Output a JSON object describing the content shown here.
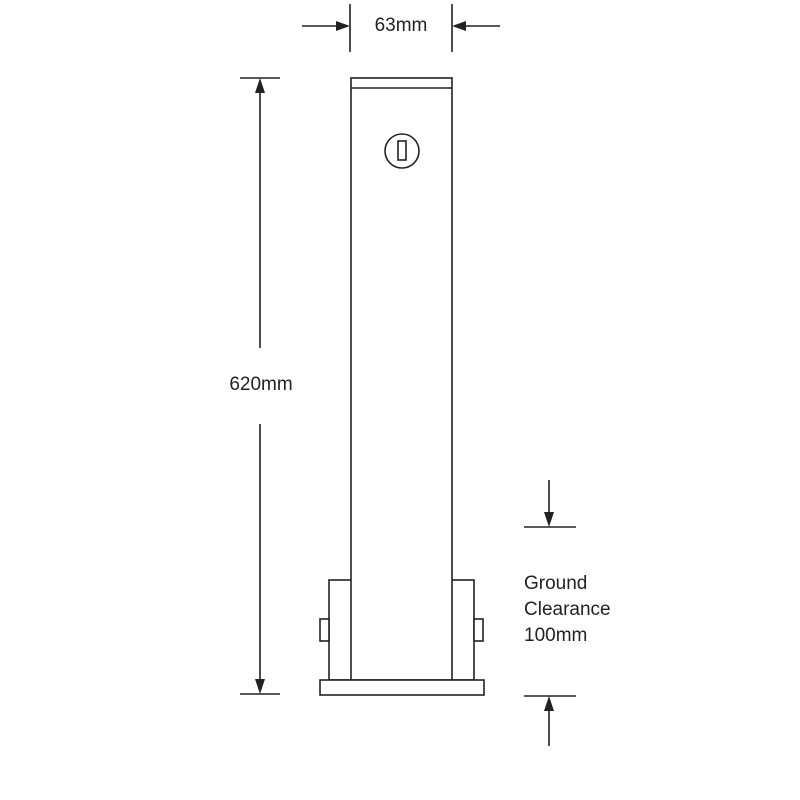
{
  "dimensions": {
    "width_label": "63mm",
    "height_label": "620mm",
    "clearance_lines": [
      "Ground",
      "Clearance",
      "100mm"
    ]
  },
  "colors": {
    "line": "#222222",
    "background": "#ffffff"
  },
  "icons": {
    "lock": "keyhole-lock-icon"
  }
}
